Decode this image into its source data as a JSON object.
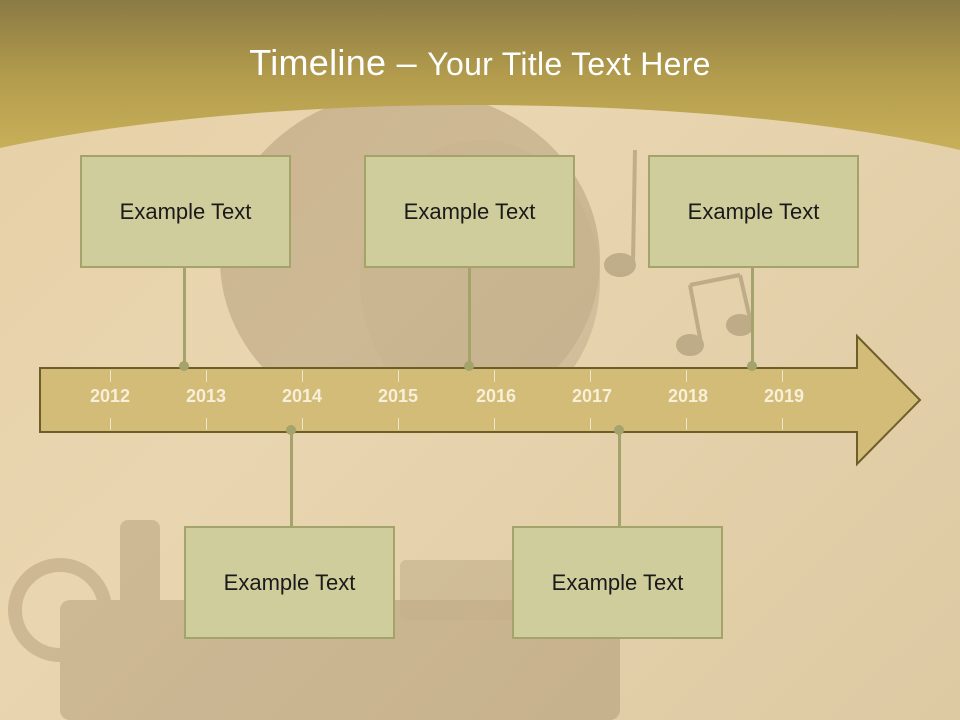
{
  "title": {
    "main": "Timeline",
    "dash": " – ",
    "rest": "Your Title Text Here"
  },
  "colors": {
    "banner": "#c2a94e",
    "arrow": "#d3bb78",
    "arrow_border": "#6e5f2a",
    "box": "#cfcd9c",
    "box_border": "#a3a36b"
  },
  "years": [
    "2012",
    "2013",
    "2014",
    "2015",
    "2016",
    "2017",
    "2018",
    "2019"
  ],
  "events_top": [
    {
      "label": "Example Text"
    },
    {
      "label": "Example Text"
    },
    {
      "label": "Example Text"
    }
  ],
  "events_bottom": [
    {
      "label": "Example Text"
    },
    {
      "label": "Example Text"
    }
  ]
}
